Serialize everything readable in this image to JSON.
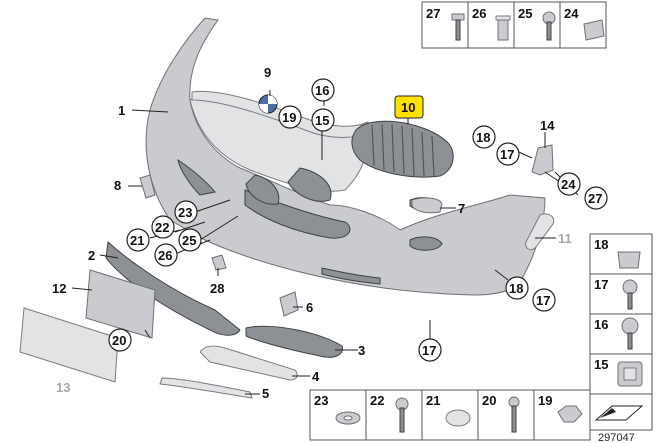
{
  "callouts": {
    "c1": "1",
    "c2": "2",
    "c3": "3",
    "c4": "4",
    "c5": "5",
    "c6": "6",
    "c7": "7",
    "c8": "8",
    "c9": "9",
    "c10": "10",
    "c11": "11",
    "c12": "12",
    "c13": "13",
    "c14": "14",
    "c15": "15",
    "c16": "16",
    "c17": "17",
    "c18": "18",
    "c19": "19",
    "c20": "20",
    "c21": "21",
    "c22": "22",
    "c23": "23",
    "c24": "24",
    "c25": "25",
    "c26": "26",
    "c27": "27",
    "c28": "28"
  },
  "top_strip": [
    "27",
    "26",
    "25",
    "24"
  ],
  "right_column": [
    "18",
    "17",
    "16",
    "15"
  ],
  "bottom_strip": [
    "23",
    "22",
    "21",
    "20",
    "19"
  ],
  "diagram_number": "297047",
  "colors": {
    "highlight": "#ffe100",
    "part": "#c9cbce",
    "part_dark": "#8d9095",
    "muted_label": "#a8a8a8"
  }
}
